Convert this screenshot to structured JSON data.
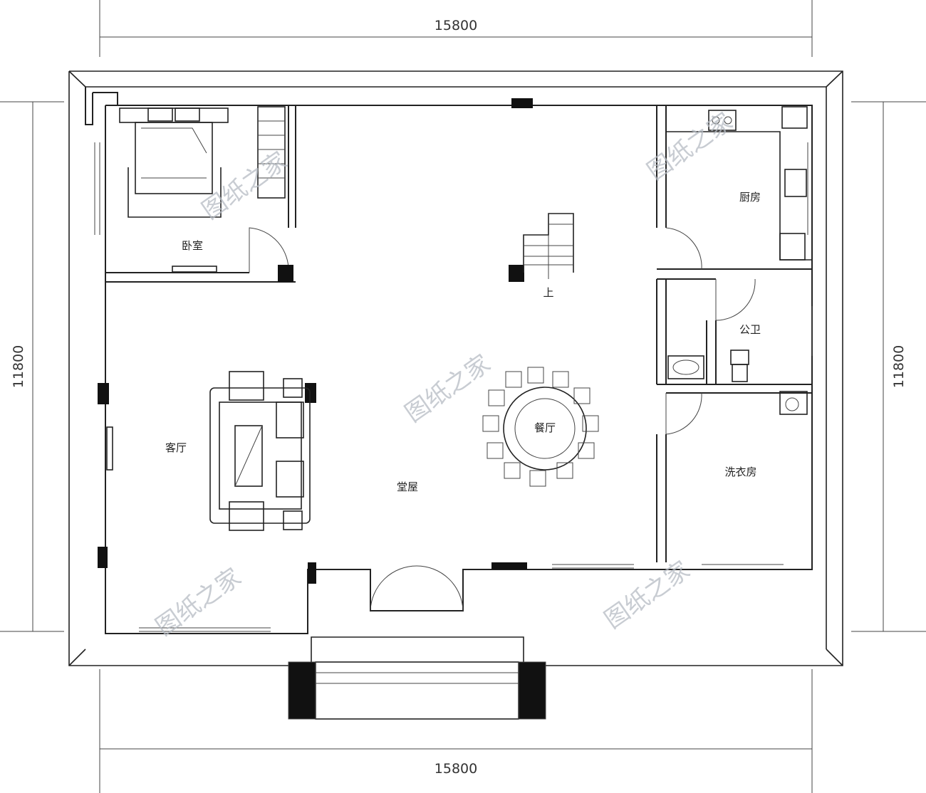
{
  "dimensions": {
    "top_width": "15800",
    "bottom_width": "15800",
    "left_height": "11800",
    "right_height": "11800"
  },
  "rooms": {
    "bedroom": "卧室",
    "kitchen": "厨房",
    "living_room": "客厅",
    "main_hall": "堂屋",
    "dining_room": "餐厅",
    "public_bathroom": "公卫",
    "laundry_room": "洗衣房",
    "stair_up": "上"
  },
  "watermark": "图纸之家"
}
